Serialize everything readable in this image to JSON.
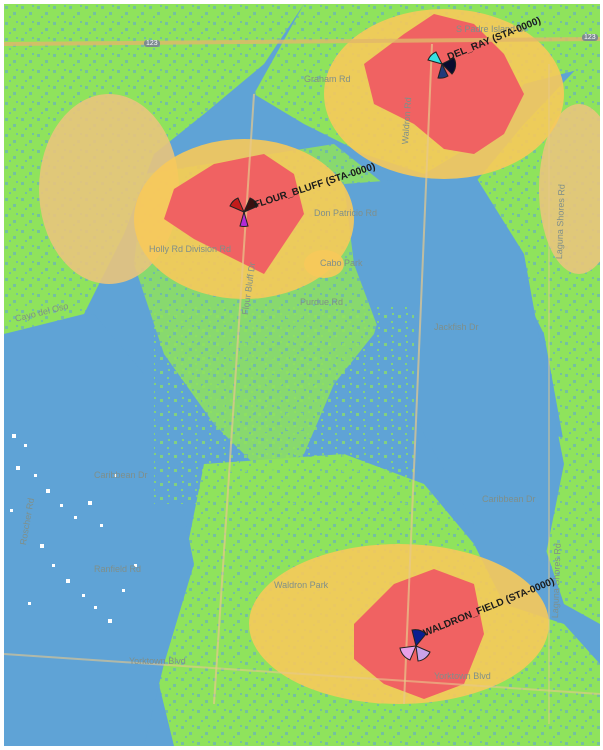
{
  "map": {
    "highway_shield": "123",
    "streets": {
      "padre_island_dr": "S Padre Island Dr",
      "graham_rd": "Graham Rd",
      "don_patricio_rd": "Don Patricio Rd",
      "holly_division_rd": "Holly Rd Division Rd",
      "cayo_del_oso": "Cayo del Oso",
      "purdue_rd": "Purdue Rd",
      "caribbean_dr_west": "Caribbean Dr",
      "caribbean_dr_east": "Caribbean Dr",
      "roscher_rd": "Roscher Rd",
      "ranfield_rd": "Ranfield Rd",
      "yorktown_blvd_west": "Yorktown Blvd",
      "yorktown_blvd_east": "Yorktown Blvd",
      "waldron_rd": "Waldron Rd",
      "flour_bluff_dr": "Flour Bluff Dr",
      "laguna_shores_rd_north": "Laguna Shores Rd",
      "laguna_shores_rd_south": "Laguna Shores Rd",
      "jackfish_dr": "Jackfish Dr",
      "cabo_park": "Cabo Park",
      "waldron_park": "Waldron Park"
    },
    "sites": {
      "del_ray": "DEL_RAY (STA-0000)",
      "flour_bluff": "FLOUR_BLUFF (STA-0000)",
      "waldron_field": "WALDRON_FIELD (STA-0000)"
    },
    "colors": {
      "low_signal": "#5fa3d6",
      "fair_signal": "#8fe35c",
      "good_signal": "#f7c95a",
      "strong_signal": "#f06262"
    }
  }
}
